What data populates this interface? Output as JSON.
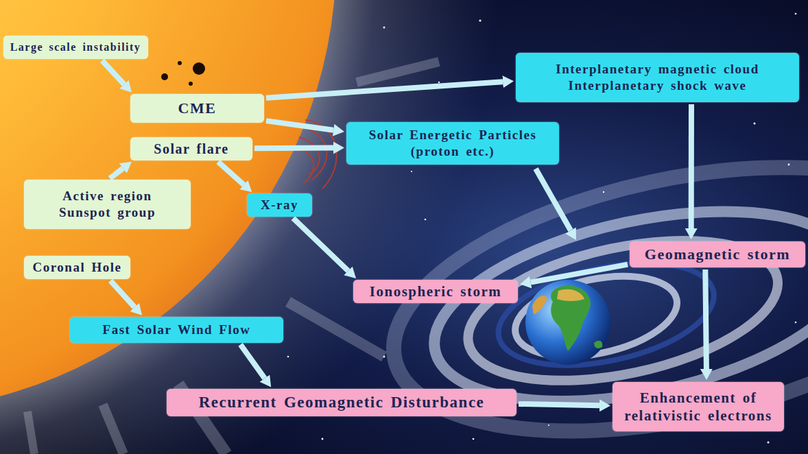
{
  "diagram": {
    "nodes": [
      {
        "text": [
          "Large scale instability"
        ]
      },
      {
        "text": [
          "Interplanetary magnetic cloud Interplanetary shock wave"
        ]
      },
      {
        "text": [
          "CME"
        ]
      },
      {
        "text": [
          "Solar flare"
        ]
      },
      {
        "text": [
          "Solar Energetic Particles (proton etc.)"
        ]
      },
      {
        "text": [
          "Active region Sunspot group"
        ]
      },
      {
        "text": [
          "X-ray"
        ]
      },
      {
        "text": [
          "Geomagnetic storm"
        ]
      },
      {
        "text": [
          "Coronal Hole"
        ]
      },
      {
        "text": [
          "Ionospheric storm"
        ]
      },
      {
        "text": [
          "Fast Solar Wind Flow"
        ]
      },
      {
        "text": [
          "Recurrent Geomagnetic Disturbance"
        ]
      },
      {
        "text": [
          "Enhancement of relativistic electrons"
        ]
      }
    ],
    "edges": [
      {
        "from": 0,
        "to": 2,
        "arrow": "to"
      },
      {
        "from": 5,
        "to": 3,
        "arrow": "to"
      },
      {
        "from": 2,
        "to": 1,
        "arrow": "to"
      },
      {
        "from": 2,
        "to": 4,
        "arrow": "to"
      },
      {
        "from": 3,
        "to": 4,
        "arrow": "to"
      },
      {
        "from": 3,
        "to": 6,
        "arrow": "to"
      },
      {
        "from": 6,
        "to": 9,
        "arrow": "to"
      },
      {
        "from": 1,
        "to": 7,
        "arrow": "to"
      },
      {
        "from": 7,
        "to": 9,
        "arrow": "to"
      },
      {
        "from": 7,
        "to": 12,
        "arrow": "to"
      },
      {
        "from": 8,
        "to": 10,
        "arrow": "to"
      },
      {
        "from": 10,
        "to": 11,
        "arrow": "to"
      },
      {
        "from": 11,
        "to": 12,
        "arrow": "to"
      }
    ]
  }
}
